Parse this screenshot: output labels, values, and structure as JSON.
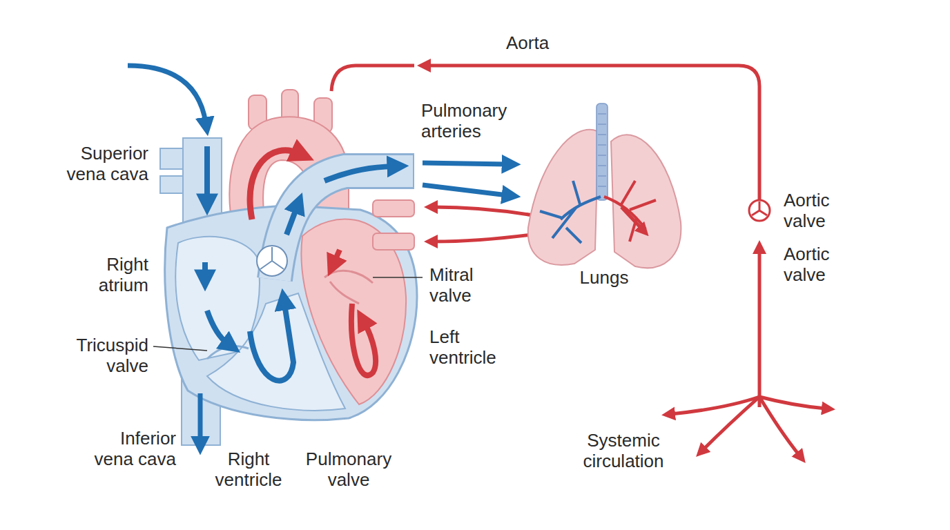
{
  "diagram": {
    "labels": [
      "Aorta",
      "Superior vena cava",
      "Pulmonary arteries",
      "Aortic valve",
      "Aortic valve",
      "Right atrium",
      "Mitral valve",
      "Lungs",
      "Left ventricle",
      "Tricuspid valve",
      "Systemic circulation",
      "Inferior vena cava",
      "Right ventricle",
      "Pulmonary valve"
    ]
  }
}
